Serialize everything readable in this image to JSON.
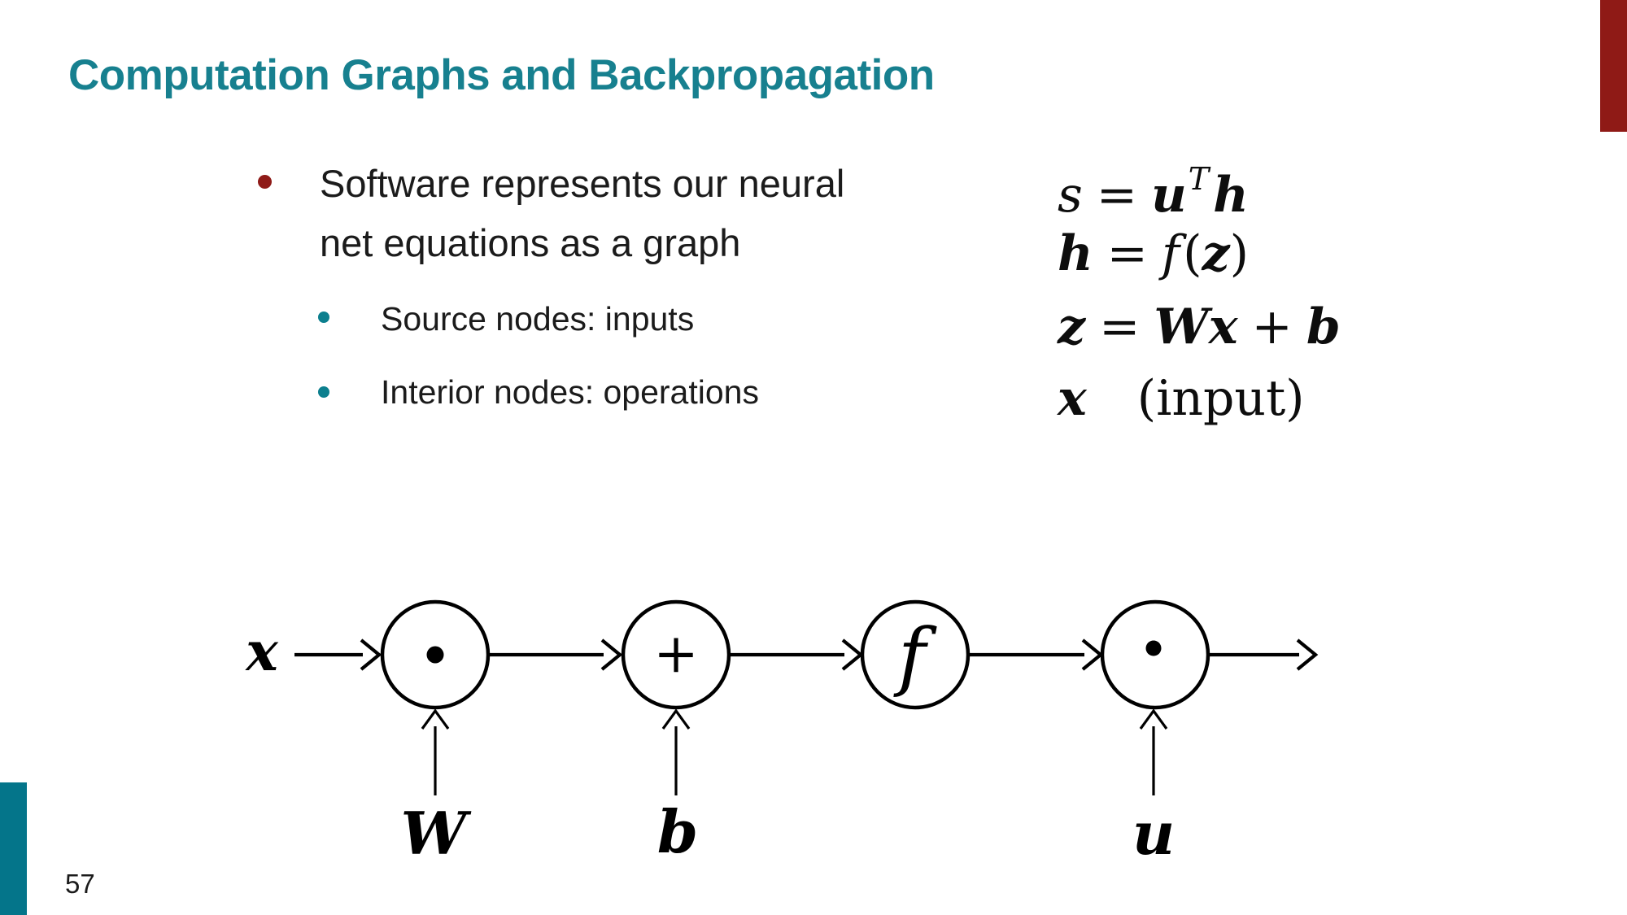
{
  "slide": {
    "title": "Computation Graphs and Backpropagation",
    "page_number": "57"
  },
  "colors": {
    "title_teal": "#17808f",
    "sub_bullet_teal": "#0c7f8e",
    "bottom_bar_teal": "#04758a",
    "accent_red_bar": "#8f1a16",
    "main_bullet_red": "#8f1b18",
    "body_text": "#1b1b1b",
    "diagram_ink": "#000000"
  },
  "bullets": {
    "main": {
      "lines": [
        "Software represents our neural",
        "net equations as a graph"
      ]
    },
    "sub": [
      {
        "label": "Source nodes: inputs"
      },
      {
        "label": "Interior nodes: operations"
      }
    ]
  },
  "equations": {
    "line1": {
      "s": "s",
      "eq": "=",
      "u": "u",
      "sup": "T",
      "h": "h"
    },
    "line2": {
      "h": "h",
      "eq": "=",
      "f": "f",
      "open": "(",
      "z": "z",
      "close": ")"
    },
    "line3": {
      "z": "z",
      "eq": "=",
      "W": "W",
      "x": "x",
      "plus": "+",
      "b": "b"
    },
    "line4": {
      "x": "x",
      "note": "(input)"
    }
  },
  "diagram": {
    "input_label": "x",
    "node1_op": "dot",
    "node2_op": "+",
    "node3_op": "f",
    "node4_op": "dot",
    "param1": "W",
    "param2": "b",
    "param4": "u"
  }
}
